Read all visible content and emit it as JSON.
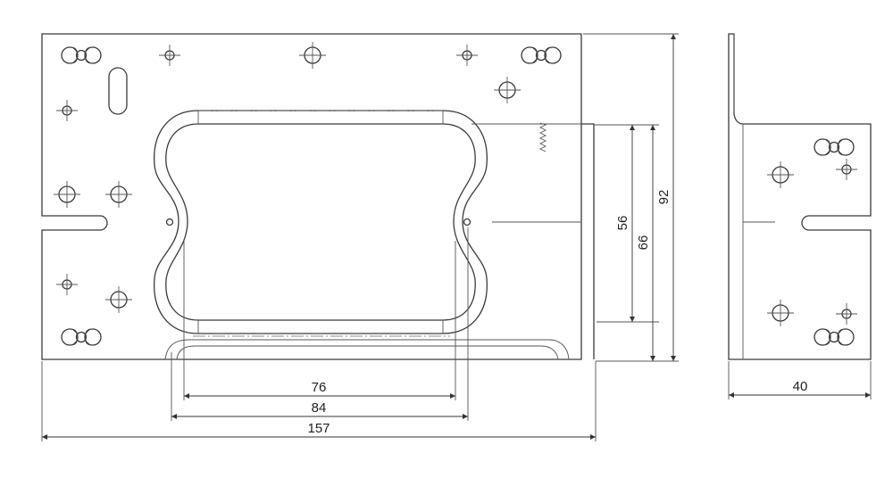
{
  "dimensions": {
    "d157": "157",
    "d84": "84",
    "d76": "76",
    "d92": "92",
    "d66": "66",
    "d56": "56",
    "d40": "40"
  }
}
